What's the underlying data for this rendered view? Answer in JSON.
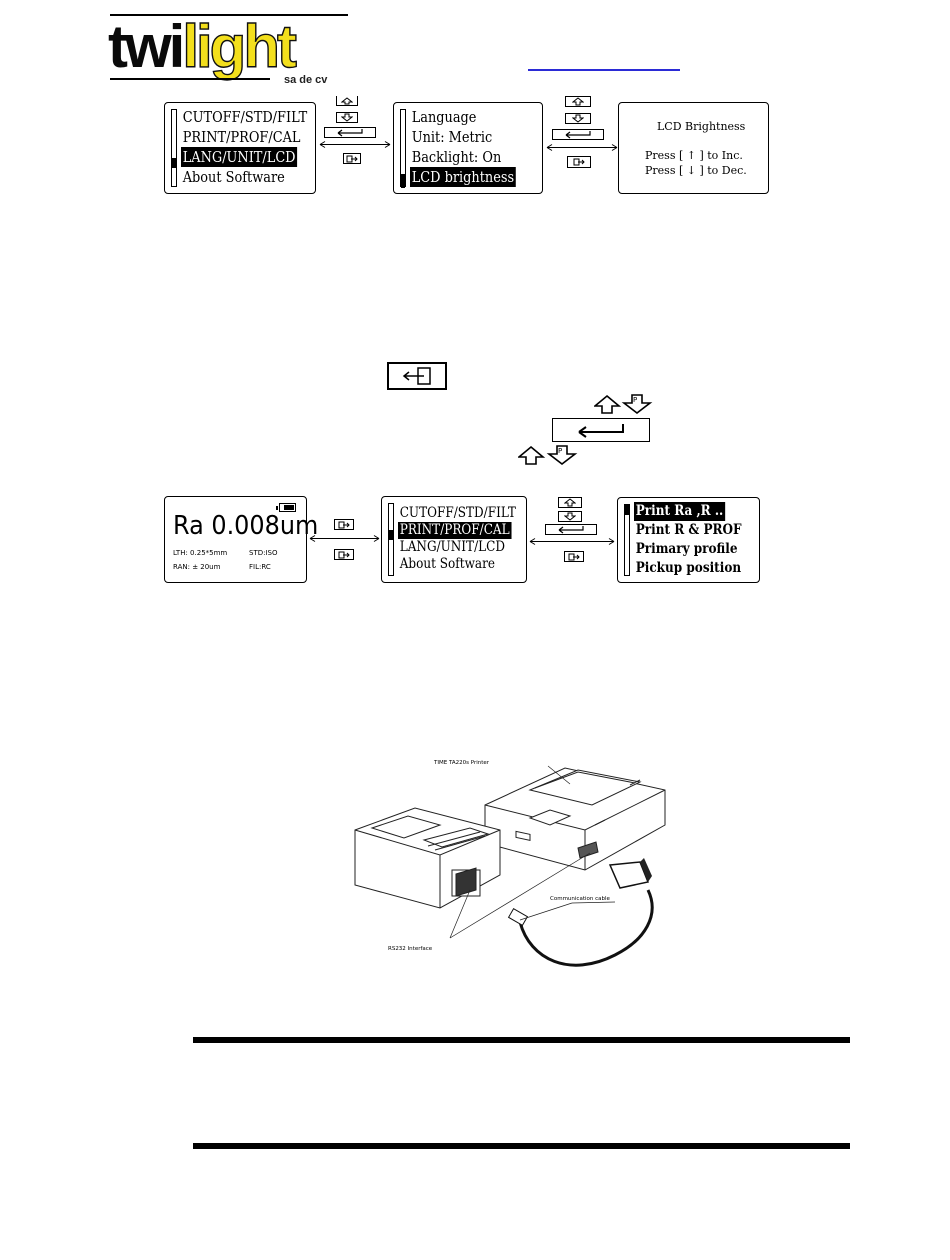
{
  "logo": {
    "word_dark": "twi",
    "word_yellow": "light",
    "subtitle": "sa de cv"
  },
  "lcd_group1": {
    "main_menu": [
      "CUTOFF/STD/FILT",
      "PRINT/PROF/CAL",
      "LANG/UNIT/LCD",
      "About Software"
    ],
    "main_menu_selected": 2,
    "sub_menu": [
      "Language",
      "Unit: Metric",
      "Backlight: On",
      "LCD brightness"
    ],
    "sub_menu_selected": 3,
    "brightness": {
      "title": "LCD Brightness",
      "line1": "Press [ ↑ ] to Inc.",
      "line2": "Press [ ↓ ] to Dec."
    }
  },
  "inline_keys": {
    "p_label": "P"
  },
  "lcd_group2": {
    "measure": {
      "value": "Ra 0.008um",
      "lth": "LTH: 0.25*5mm",
      "std": "STD:ISO",
      "ran": "RAN: ± 20um",
      "fil": "FIL:RC"
    },
    "main_menu": [
      "CUTOFF/STD/FILT",
      "PRINT/PROF/CAL",
      "LANG/UNIT/LCD",
      "About Software"
    ],
    "main_menu_selected": 1,
    "print_menu": [
      "Print Ra ,R ..",
      "Print R & PROF",
      "Primary profile",
      "Pickup position"
    ],
    "print_menu_selected": 0
  },
  "figure": {
    "printer_label": "TIME TA220s Printer",
    "cable_label": "Communication cable",
    "interface_label": "RS232 Interface"
  }
}
